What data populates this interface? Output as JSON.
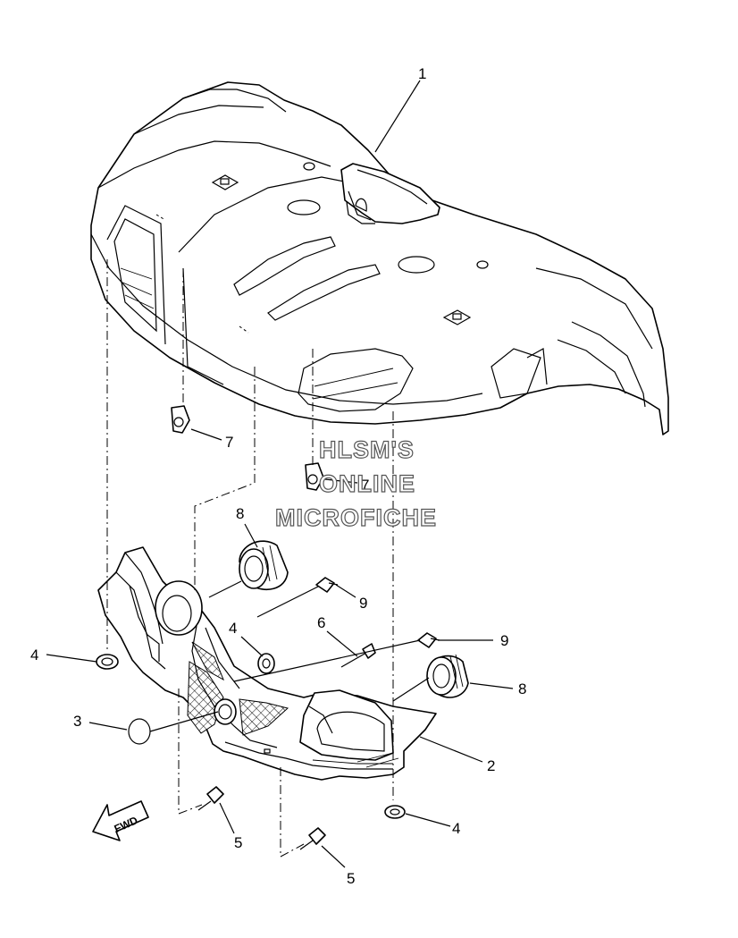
{
  "callouts": [
    "1",
    "2",
    "3",
    "4",
    "5",
    "6",
    "7",
    "8",
    "9"
  ],
  "watermark": {
    "line1": "HLSM'S",
    "line2": "ONLINE",
    "line3": "MICROFICHE"
  },
  "direction_arrow": {
    "label": "FWD",
    "icon": "fwd-arrow-icon"
  }
}
